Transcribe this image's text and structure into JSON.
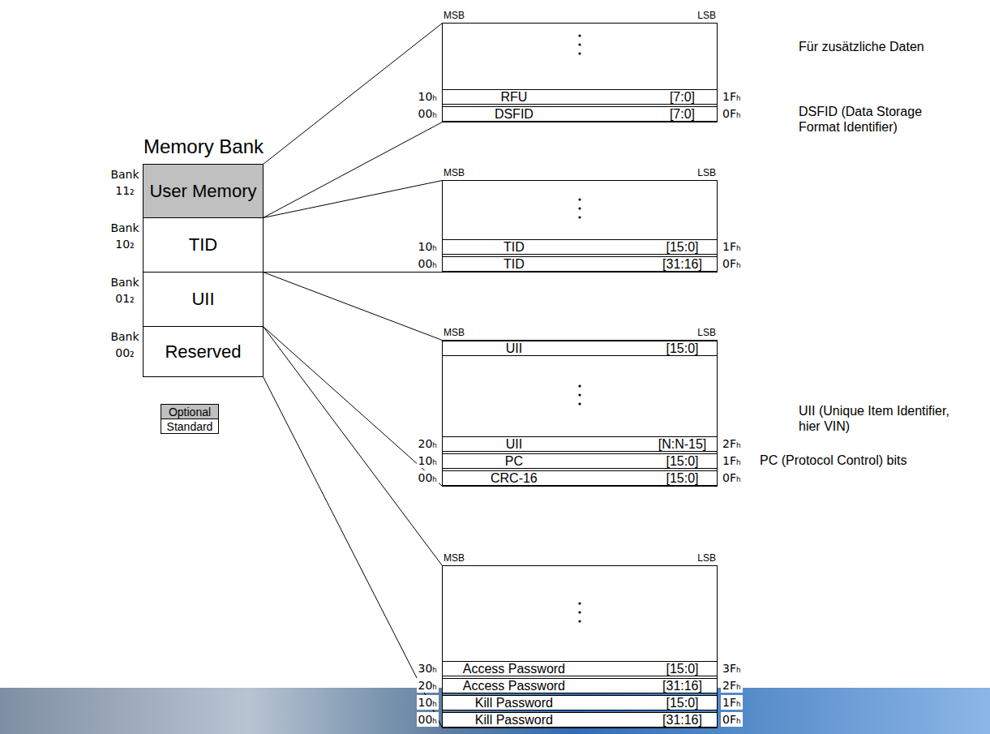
{
  "diagram": {
    "nodes": [
      {
        "text": [
          "User Memory"
        ]
      },
      {
        "text": [
          "TID"
        ]
      },
      {
        "text": [
          "UII"
        ]
      },
      {
        "text": [
          "Reserved"
        ]
      },
      {
        "text": [
          "MSB",
          "LSB"
        ]
      },
      {
        "text": [
          "RFU",
          "[7:0]"
        ],
        "in": 4
      },
      {
        "text": [
          "DSFID",
          "[7:0]"
        ],
        "in": 4
      },
      {
        "text": [
          "MSB",
          "LSB"
        ]
      },
      {
        "text": [
          "TID",
          "[15:0]"
        ],
        "in": 7
      },
      {
        "text": [
          "TID",
          "[31:16]"
        ],
        "in": 7
      },
      {
        "text": [
          "MSB",
          "LSB"
        ]
      },
      {
        "text": [
          "UII",
          "[15:0]"
        ],
        "in": 10
      },
      {
        "text": [
          "UII",
          "[N:N-15]"
        ],
        "in": 10
      },
      {
        "text": [
          "PC",
          "[15:0]"
        ],
        "in": 10
      },
      {
        "text": [
          "CRC-16",
          "[15:0]"
        ],
        "in": 10
      },
      {
        "text": [
          "MSB",
          "LSB"
        ]
      },
      {
        "text": [
          "Access Password",
          "[15:0]"
        ],
        "in": 15
      },
      {
        "text": [
          "Access Password",
          "[31:16]"
        ],
        "in": 15
      },
      {
        "text": [
          "Kill Password",
          "[15:0]"
        ],
        "in": 15
      },
      {
        "text": [
          "Kill Password",
          "[31:16]"
        ],
        "in": 15
      }
    ],
    "edges": [
      {
        "from": 0,
        "to": 4,
        "arrow": "none"
      },
      {
        "from": 1,
        "to": 7,
        "arrow": "none"
      },
      {
        "from": 2,
        "to": 10,
        "arrow": "none"
      },
      {
        "from": 3,
        "to": 15,
        "arrow": "none"
      }
    ],
    "labels": [
      "Memory Bank",
      "Bank 11₂",
      "Bank 10₂",
      "Bank 01₂",
      "Bank 00₂",
      "Für zusätzliche Daten",
      "10ₕ",
      "1Fₕ",
      "DSFID (Data Storage Format Identifier)",
      "00ₕ",
      "0Fₕ",
      "10ₕ",
      "1Fₕ",
      "00ₕ",
      "0Fₕ",
      "UII (Unique Item Identifier, hier VIN)",
      "20ₕ",
      "2Fₕ",
      "10ₕ",
      "1Fₕ",
      "PC (Protocol Control) bits",
      "00ₕ",
      "0Fₕ",
      "30ₕ",
      "3Fₕ",
      "20ₕ",
      "2Fₕ",
      "10ₕ",
      "1Fₕ",
      "00ₕ",
      "0Fₕ"
    ],
    "legend": [
      {
        "text": "Optional",
        "color": "#c0c0c0"
      },
      {
        "text": "Standard",
        "color": "#ffffff"
      }
    ]
  }
}
